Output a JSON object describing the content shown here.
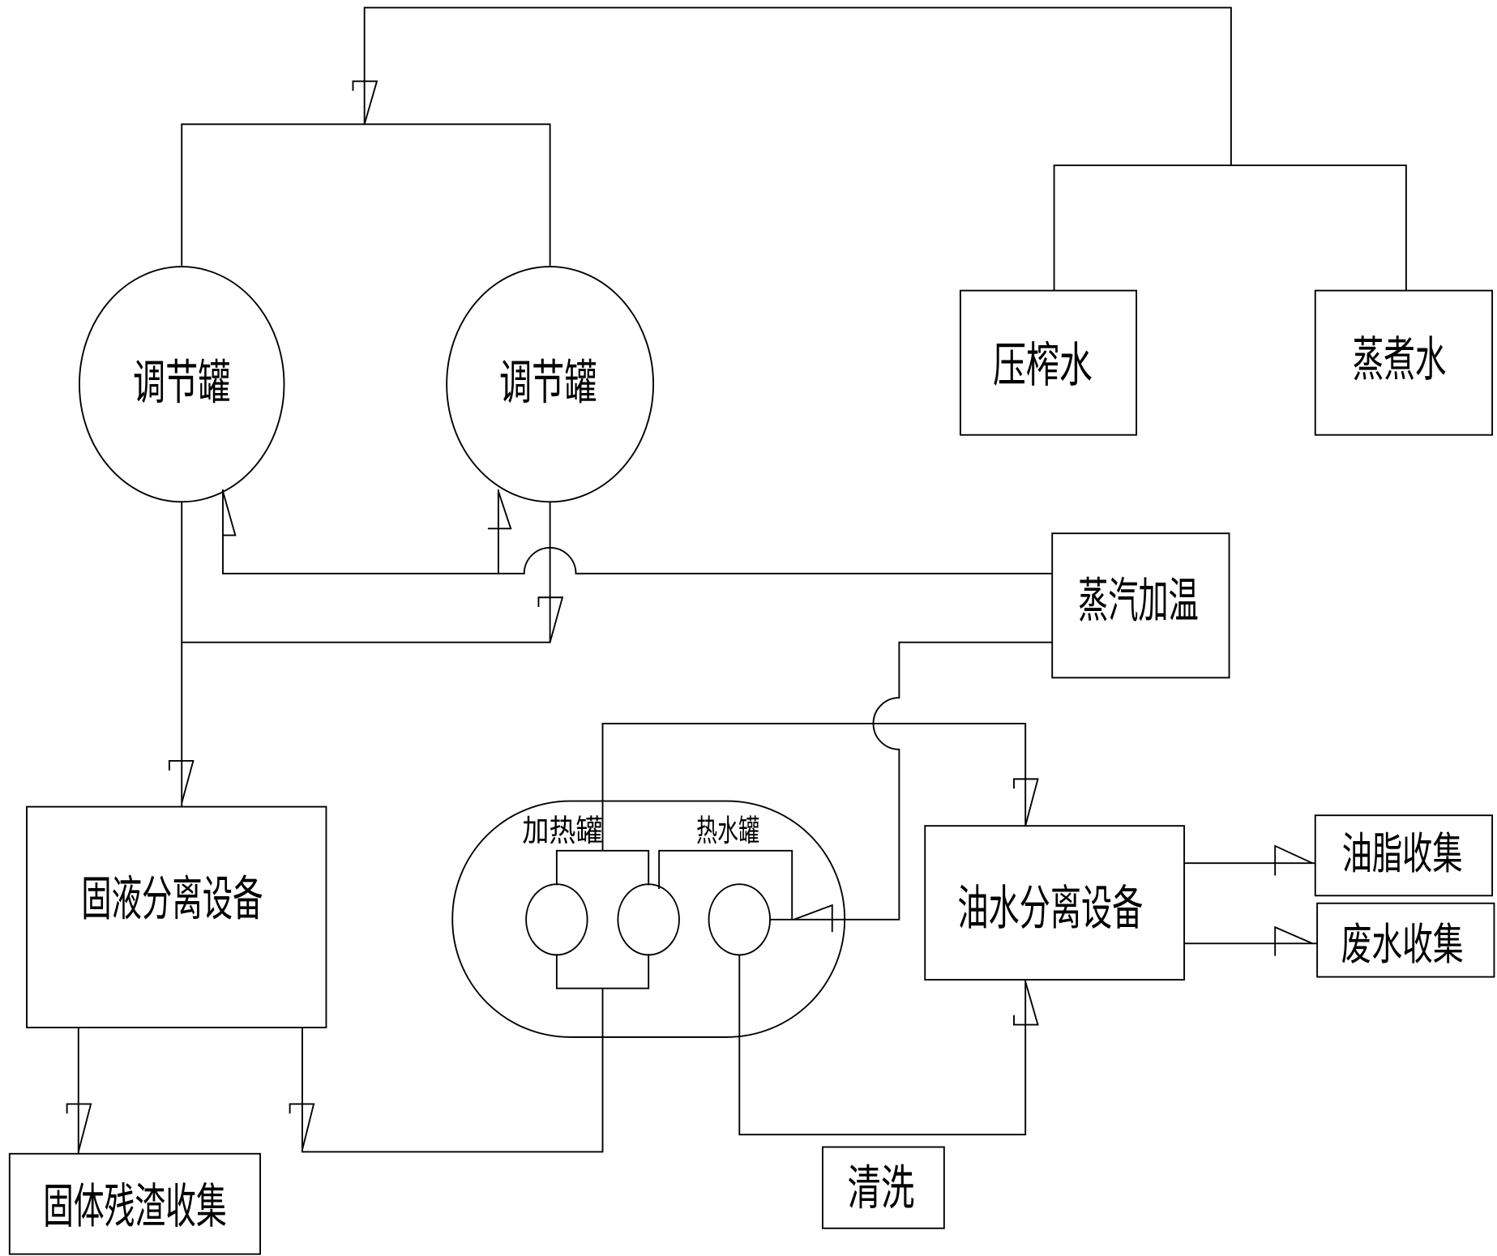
{
  "labels": {
    "regulating_tank_left": "调节罐",
    "regulating_tank_right": "调节罐",
    "press_water": "压榨水",
    "cooking_water": "蒸煮水",
    "steam_heating": "蒸汽加温",
    "solid_liquid_separator": "固液分离设备",
    "oil_water_separator": "油水分离设备",
    "heating_tank": "加热罐",
    "hot_water_tank": "热水罐",
    "grease_collection": "油脂收集",
    "wastewater_collection": "废水收集",
    "solid_residue_collection": "固体残渣收集",
    "cleaning": "清洗"
  },
  "colors": {
    "line": "#000000",
    "background": "#ffffff"
  }
}
